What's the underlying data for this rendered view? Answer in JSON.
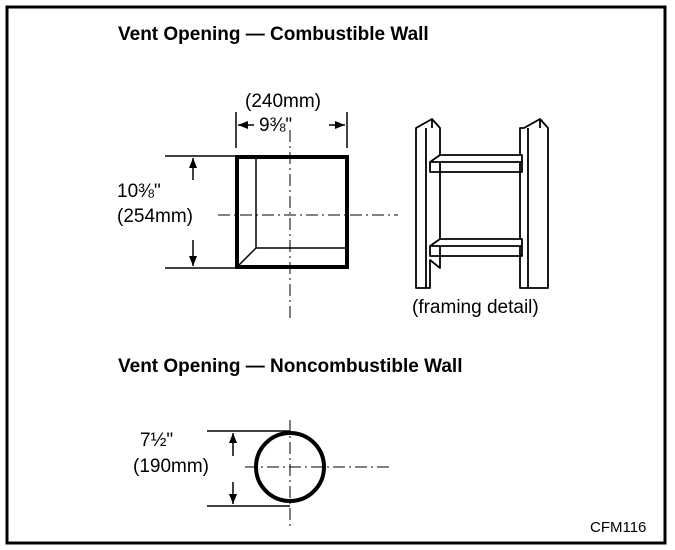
{
  "combustible": {
    "title": "Vent Opening — Combustible Wall",
    "width_mm": "(240mm)",
    "width_in": "9⅜\"",
    "height_in": "10⅜\"",
    "height_mm": "(254mm)",
    "framing_label": "(framing detail)"
  },
  "noncombustible": {
    "title": "Vent Opening — Noncombustible Wall",
    "diameter_in": "7½\"",
    "diameter_mm": "(190mm)"
  },
  "figure_code": "CFM116"
}
